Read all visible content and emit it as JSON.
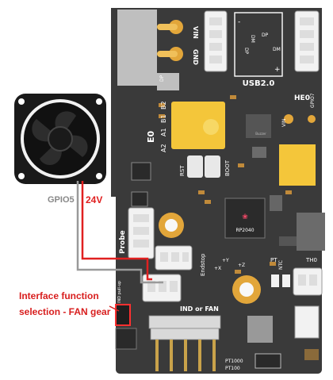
{
  "fan": {
    "gpio_label": "GPIO5",
    "voltage_label": "24V"
  },
  "annotation": {
    "line1": "Interface function",
    "line2": "selection - FAN gear"
  },
  "board": {
    "pins_top": [
      "VIN",
      "GND"
    ],
    "usb": {
      "label": "USB2.0",
      "pins": [
        "DP",
        "DM",
        "DP",
        "DM",
        "-",
        "+"
      ]
    },
    "he_label": "HE0",
    "gpio7": "GPIO7",
    "vin": "VIN",
    "dp": "DP",
    "analog": [
      "A2",
      "A1",
      "B1",
      "B2",
      "E0"
    ],
    "buttons": [
      "RST",
      "BOOT"
    ],
    "chip": "RP2040",
    "probe": "Probe",
    "endstop": "Endstop",
    "ind_or_fan": "IND or FAN",
    "pt": "PT",
    "ntc": "NTC",
    "tho": "TH0",
    "pt1000": "PT1000",
    "pt100": "PT100",
    "ind_pullup": "IND pull-up",
    "axes": {
      "x": "+X",
      "y": "+Y",
      "z": "+Z"
    },
    "buzzer": "Buzzer"
  },
  "colors": {
    "pcb": "#3b3b3b",
    "silk": "#ffffff",
    "gold": "#e2a63a",
    "wire_red": "#e02020",
    "wire_gray": "#9a9a9a",
    "annotation_red": "#d81e1e"
  }
}
